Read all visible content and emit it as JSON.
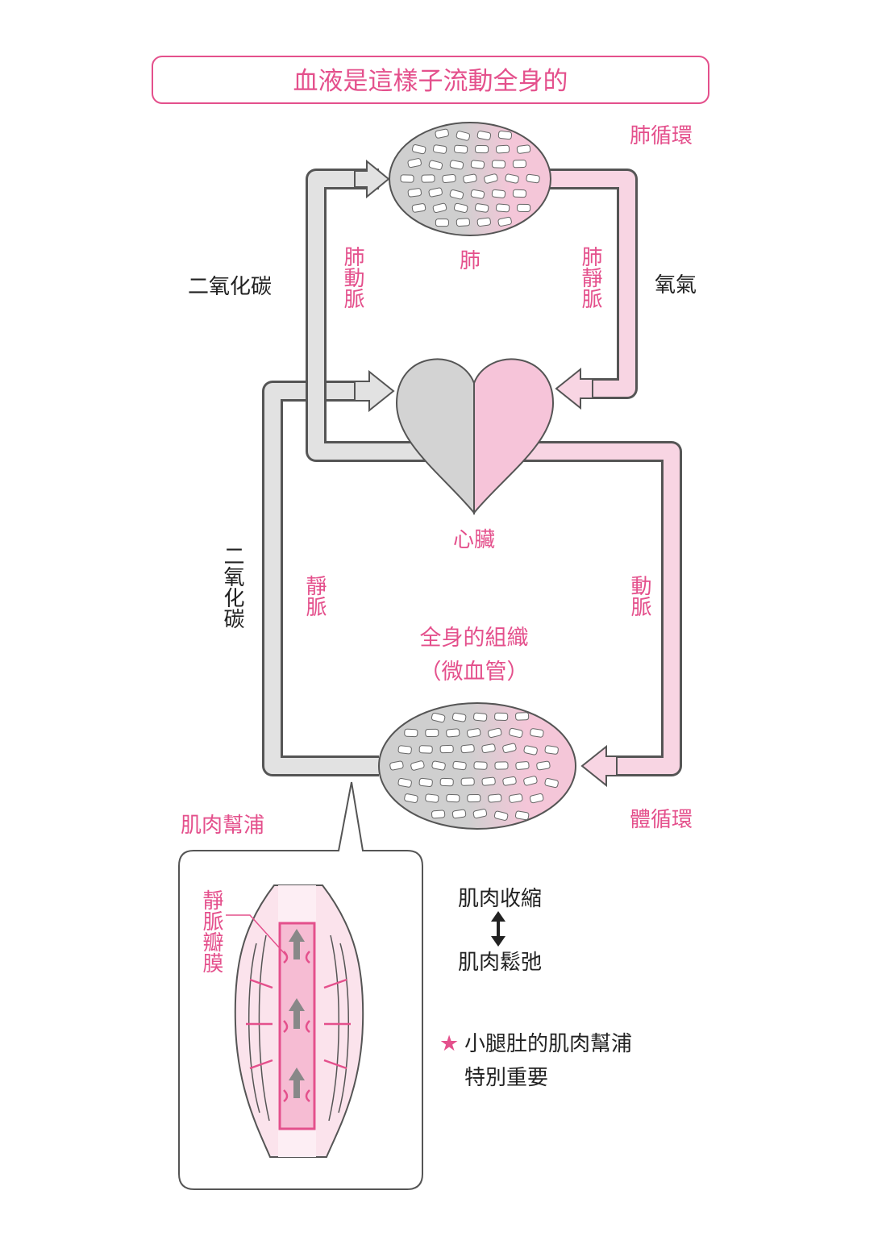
{
  "title": "血液是這樣子流動全身的",
  "labels": {
    "pulmonary_circulation": "肺循環",
    "lung": "肺",
    "pulmonary_artery": "肺動脈",
    "pulmonary_vein": "肺靜脈",
    "co2_top": "二氧化碳",
    "oxygen": "氧氣",
    "heart": "心臟",
    "vein": "靜脈",
    "artery": "動脈",
    "tissue": "全身的組織",
    "capillary": "（微血管）",
    "systemic_circulation": "體循環",
    "co2_side": "二氧化碳",
    "muscle_pump": "肌肉幫浦",
    "venous_valve": "靜脈瓣膜"
  },
  "notes": {
    "contract": "肌肉收縮",
    "relax": "肌肉鬆弛",
    "calf_line1": "小腿肚的肌肉幫浦",
    "calf_line2": "特別重要",
    "star": "★"
  },
  "colors": {
    "pink": "#e4508c",
    "light_pink": "#f6c4d9",
    "gray": "#d3d3d3",
    "outline": "#555555"
  }
}
